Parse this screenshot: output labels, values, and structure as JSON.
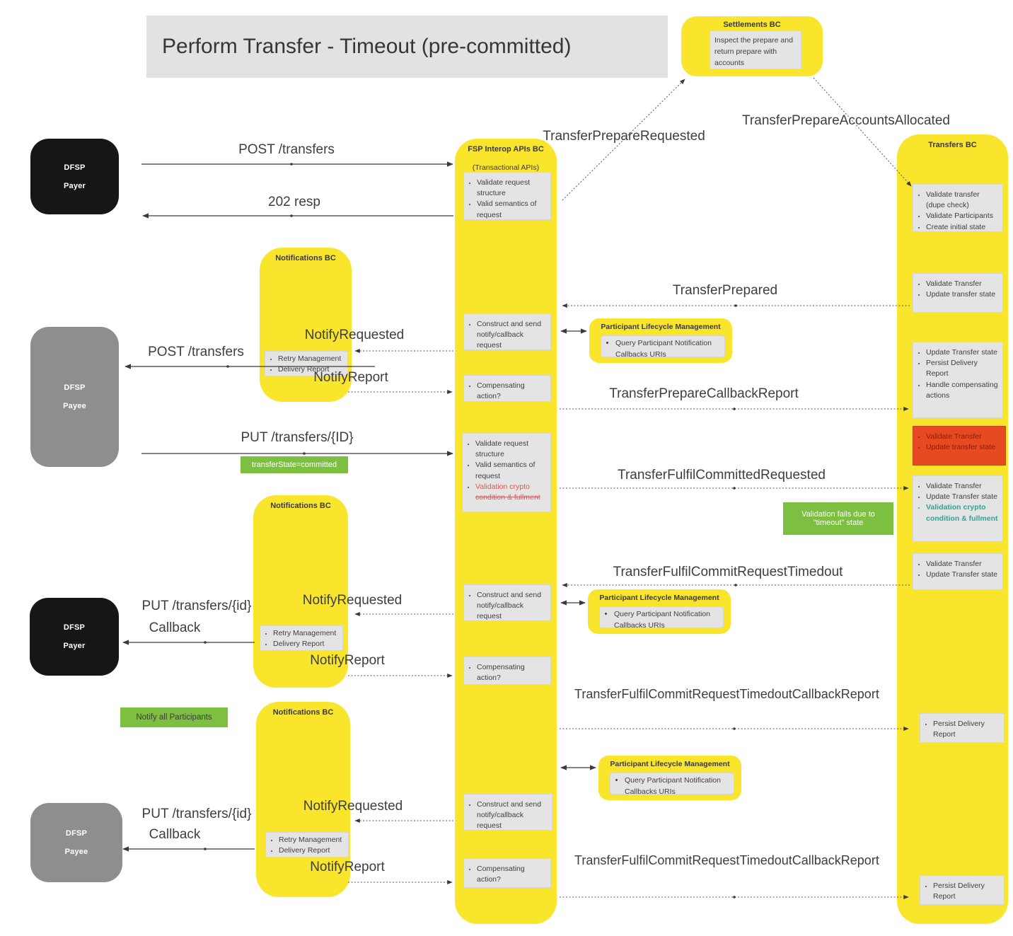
{
  "title": "Perform Transfer - Timeout (pre-committed)",
  "colors": {
    "lane_yellow": "#f9e52c",
    "green": "#7cbf41",
    "error_red": "#e54a21",
    "teal": "#2ba793"
  },
  "settlements": {
    "title": "Settlements BC",
    "note": "Inspect the prepare and return prepare with accounts"
  },
  "actors": {
    "payer": {
      "line1": "DFSP",
      "line2": "Payer"
    },
    "payee": {
      "line1": "DFSP",
      "line2": "Payee"
    }
  },
  "notifications": {
    "title": "Notifications BC",
    "items": [
      "Retry Management",
      "Delivery Report"
    ]
  },
  "plm": {
    "title": "Participant Lifecycle Management",
    "items": [
      "Query Participant Notification Callbacks URIs"
    ]
  },
  "fsp_lane": {
    "title": "FSP Interop APIs BC",
    "subtitle": "(Transactional APIs)",
    "box_validate": [
      "Validate request structure",
      "Valid semantics of request"
    ],
    "box_construct": [
      "Construct and send notify/callback request"
    ],
    "box_compensating": [
      "Compensating action?"
    ],
    "box_validate_crypto": [
      "Validate request structure",
      "Valid semantics of request",
      {
        "parts": [
          {
            "text": "Validation crypto ",
            "class": "red"
          },
          {
            "text": "condition & fullment",
            "class": "struck"
          }
        ]
      }
    ]
  },
  "transfers_lane": {
    "title": "Transfers BC",
    "box_initial": [
      "Validate transfer (dupe check)",
      "Validate Participants",
      "Create initial state"
    ],
    "box_validate_update": [
      "Validate Transfer",
      "Update transfer state"
    ],
    "box_update_persist": [
      "Update Transfer state",
      "Persist Delivery Report",
      "Handle compensating actions"
    ],
    "box_red": [
      "Validate Transfer",
      "Update transfer state"
    ],
    "box_crypto": [
      "Validate Transfer",
      "Update Transfer state",
      {
        "text": "Validation crypto condition & fullment",
        "class": "ok"
      }
    ],
    "box_validate_update2": [
      "Validate Transfer",
      "Update Transfer state"
    ],
    "box_persist": [
      "Persist Delivery Report"
    ]
  },
  "messages": {
    "post_transfers": "POST /transfers",
    "resp_202": "202 resp",
    "transfer_prepare_requested": "TransferPrepareRequested",
    "transfer_prepare_accounts_allocated": "TransferPrepareAccountsAllocated",
    "transfer_prepared": "TransferPrepared",
    "notify_requested": "NotifyRequested",
    "notify_report": "NotifyReport",
    "transfer_prepare_callback_report": "TransferPrepareCallbackReport",
    "put_transfers_id_upper": "PUT /transfers/{ID}",
    "transfer_fulfil_committed_requested": "TransferFulfilCommittedRequested",
    "transfer_fulfil_commit_request_timedout": "TransferFulfilCommitRequestTimedout",
    "put_transfers_id": "PUT /transfers/{id}",
    "callback": "Callback",
    "timedout_callback_report": "TransferFulfilCommitRequestTimedoutCallbackReport"
  },
  "green_notes": {
    "transfer_state": "transferState=committed",
    "validation_fails": "Validation fails due to \"timeout\" state",
    "notify_all": "Notify all Participants"
  }
}
